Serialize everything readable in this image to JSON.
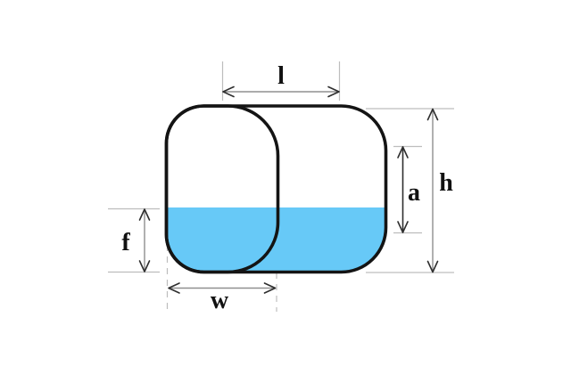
{
  "diagram": {
    "labels": {
      "length_top": "l",
      "total_height": "h",
      "straight_height": "a",
      "fill_depth": "f",
      "width_bottom": "w"
    },
    "colors": {
      "liquid": "#67C9F7",
      "outline": "#141414",
      "dimension_line": "#8f8f8f",
      "dimension_tick": "#bdbdbd",
      "arrowhead": "#2e2e2e",
      "label": "#111111",
      "background": "#ffffff"
    }
  }
}
